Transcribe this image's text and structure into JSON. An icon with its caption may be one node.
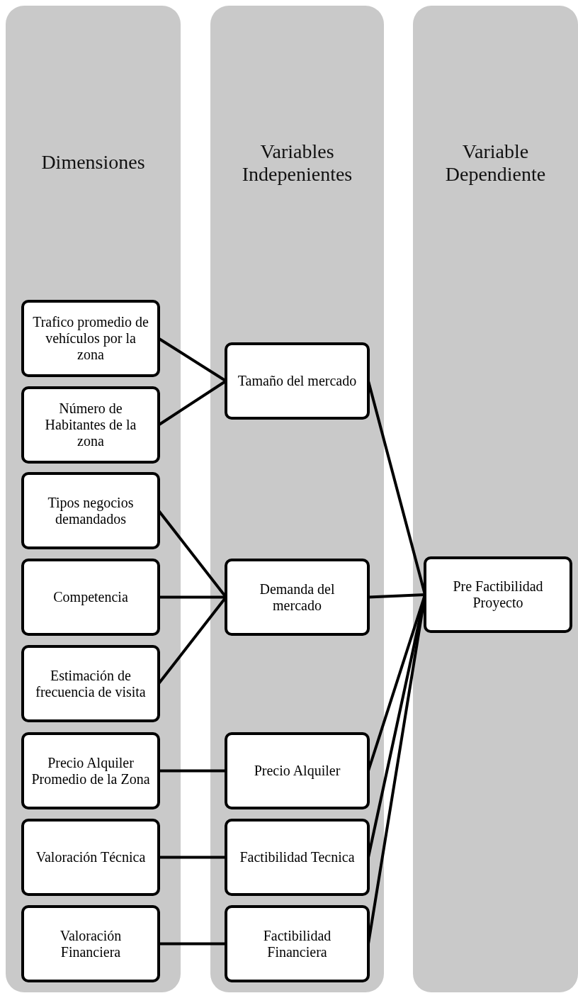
{
  "diagram": {
    "nodes": [
      {
        "text": [
          "Dimensiones"
        ]
      },
      {
        "text": [
          "Trafico promedio de vehículos por la zona"
        ],
        "in": 0
      },
      {
        "text": [
          "Número de Habitantes de la zona"
        ],
        "in": 0
      },
      {
        "text": [
          "Tipos negocios demandados"
        ],
        "in": 0
      },
      {
        "text": [
          "Competencia"
        ],
        "in": 0
      },
      {
        "text": [
          "Estimación de frecuencia de visita"
        ],
        "in": 0
      },
      {
        "text": [
          "Precio Alquiler Promedio de la Zona"
        ],
        "in": 0
      },
      {
        "text": [
          "Valoración Técnica"
        ],
        "in": 0
      },
      {
        "text": [
          "Valoración Financiera"
        ],
        "in": 0
      },
      {
        "text": [
          "Variables Indepenientes"
        ]
      },
      {
        "text": [
          "Tamaño del mercado"
        ],
        "in": 9
      },
      {
        "text": [
          "Demanda del mercado"
        ],
        "in": 9
      },
      {
        "text": [
          "Precio Alquiler"
        ],
        "in": 9
      },
      {
        "text": [
          "Factibilidad Tecnica"
        ],
        "in": 9
      },
      {
        "text": [
          "Factibilidad Financiera"
        ],
        "in": 9
      },
      {
        "text": [
          "Variable Dependiente"
        ]
      },
      {
        "text": [
          "Pre Factibilidad Proyecto"
        ],
        "in": 15
      }
    ],
    "edges": [
      {
        "from": 1,
        "to": 10,
        "arrow": "none"
      },
      {
        "from": 2,
        "to": 10,
        "arrow": "none"
      },
      {
        "from": 3,
        "to": 11,
        "arrow": "none"
      },
      {
        "from": 4,
        "to": 11,
        "arrow": "none"
      },
      {
        "from": 5,
        "to": 11,
        "arrow": "none"
      },
      {
        "from": 6,
        "to": 12,
        "arrow": "none"
      },
      {
        "from": 7,
        "to": 13,
        "arrow": "none"
      },
      {
        "from": 8,
        "to": 14,
        "arrow": "none"
      },
      {
        "from": 10,
        "to": 16,
        "arrow": "none"
      },
      {
        "from": 11,
        "to": 16,
        "arrow": "none"
      },
      {
        "from": 12,
        "to": 16,
        "arrow": "none"
      },
      {
        "from": 13,
        "to": 16,
        "arrow": "none"
      },
      {
        "from": 14,
        "to": 16,
        "arrow": "none"
      }
    ]
  }
}
